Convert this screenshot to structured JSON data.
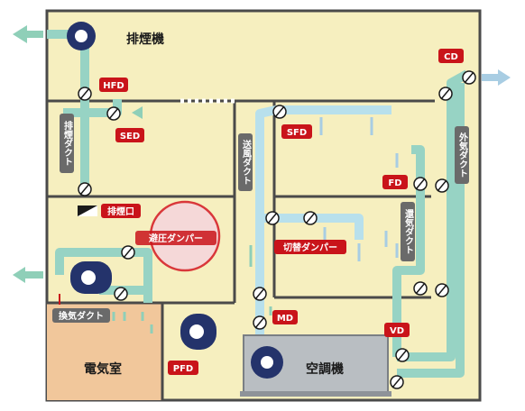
{
  "labels": {
    "exhaust_fan": "排煙機",
    "hfd": "HFD",
    "sed": "SED",
    "exhaust_duct": "排煙ダクト",
    "exhaust_port": "排煙口",
    "relief_damper": "避圧ダンパー",
    "ventilation_duct": "換気ダクト",
    "electrical_room": "電気室",
    "pfd": "PFD",
    "supply_duct": "送風ダクト",
    "sfd": "SFD",
    "switching_damper": "切替ダンパー",
    "md": "MD",
    "cd": "CD",
    "outside_air_duct": "外気ダクト",
    "fd": "FD",
    "return_duct": "還気ダクト",
    "vd": "VD",
    "air_handler": "空調機"
  },
  "colors": {
    "building": "#f6efbf",
    "electrical_room": "#f1c79b",
    "wall": "#4a4a4a",
    "duct": "#97d3c4",
    "duct_light": "#b8e0ec",
    "arrow_green": "#8fcfb8",
    "arrow_blue": "#a8cde3",
    "fan_navy": "#24336b",
    "tag_red": "#c9141a",
    "tag_gray": "#6a6a6a",
    "damper_circle": "#d9373a"
  }
}
